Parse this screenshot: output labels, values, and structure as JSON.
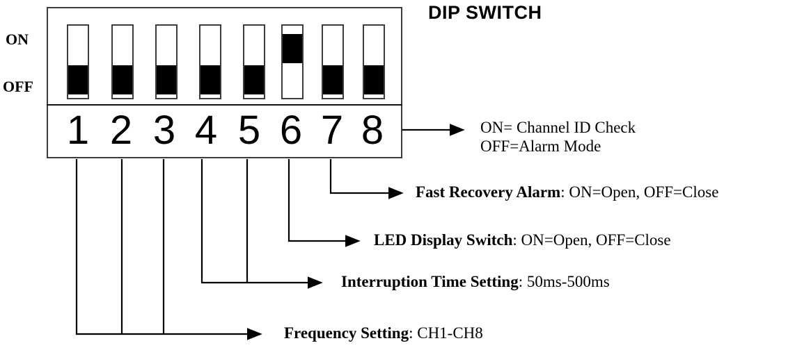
{
  "diagram": {
    "title": "DIP SWITCH",
    "side_labels": {
      "on": "ON",
      "off": "OFF"
    },
    "switches": [
      {
        "number": "1",
        "position": "OFF"
      },
      {
        "number": "2",
        "position": "OFF"
      },
      {
        "number": "3",
        "position": "OFF"
      },
      {
        "number": "4",
        "position": "OFF"
      },
      {
        "number": "5",
        "position": "OFF"
      },
      {
        "number": "6",
        "position": "ON"
      },
      {
        "number": "7",
        "position": "OFF"
      },
      {
        "number": "8",
        "position": "OFF"
      }
    ],
    "annotations": [
      {
        "id": "channel-id-check",
        "switches": "8",
        "line1": "ON= Channel ID Check",
        "line2": "OFF=Alarm Mode"
      },
      {
        "id": "fast-recovery-alarm",
        "switches": "7",
        "label": "Fast Recovery Alarm",
        "separator": ": ",
        "value": "ON=Open, OFF=Close"
      },
      {
        "id": "led-display-switch",
        "switches": "6",
        "label": "LED Display Switch",
        "separator": ": ",
        "value": "ON=Open, OFF=Close"
      },
      {
        "id": "interruption-time-setting",
        "switches": "4,5",
        "label": "Interruption Time Setting",
        "separator": ": ",
        "value": "50ms-500ms"
      },
      {
        "id": "frequency-setting",
        "switches": "1,2,3",
        "label": "Frequency Setting",
        "separator": ": ",
        "value": "CH1-CH8"
      }
    ],
    "colors": {
      "ink": "#000000",
      "outline": "#3c3c3c",
      "background": "#ffffff"
    }
  }
}
